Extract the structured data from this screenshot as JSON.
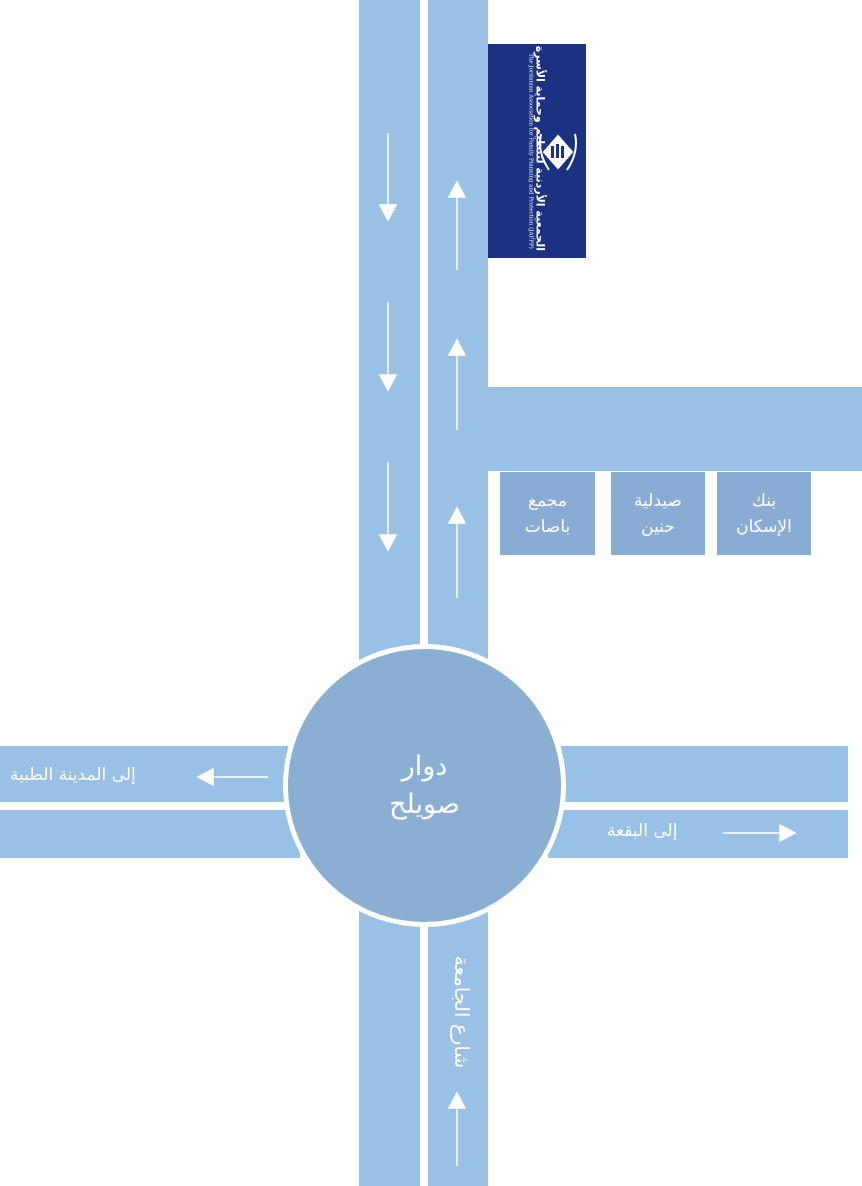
{
  "roundabout": {
    "line1": "دوار",
    "line2": "صويلح"
  },
  "roads": {
    "west_label": "إلى المدينة الطبية",
    "east_label": "إلى البقعة",
    "south_label": "شارع الجامعة"
  },
  "buildings": [
    {
      "line1": "مجمع",
      "line2": "باصات"
    },
    {
      "line1": "صيدلية",
      "line2": "حنين"
    },
    {
      "line1": "بنك",
      "line2": "الإسكان"
    }
  ],
  "logo": {
    "arabic": "الجمعية الأردنية لتنظيم وحماية الأسرة",
    "english": "The Jordanian Association for Family Planning and Protection (JAFPP)"
  },
  "colors": {
    "road": "#99c0e5",
    "roundabout": "#8aafd3",
    "building": "#88acd3",
    "logo_bg": "#1b3282"
  }
}
